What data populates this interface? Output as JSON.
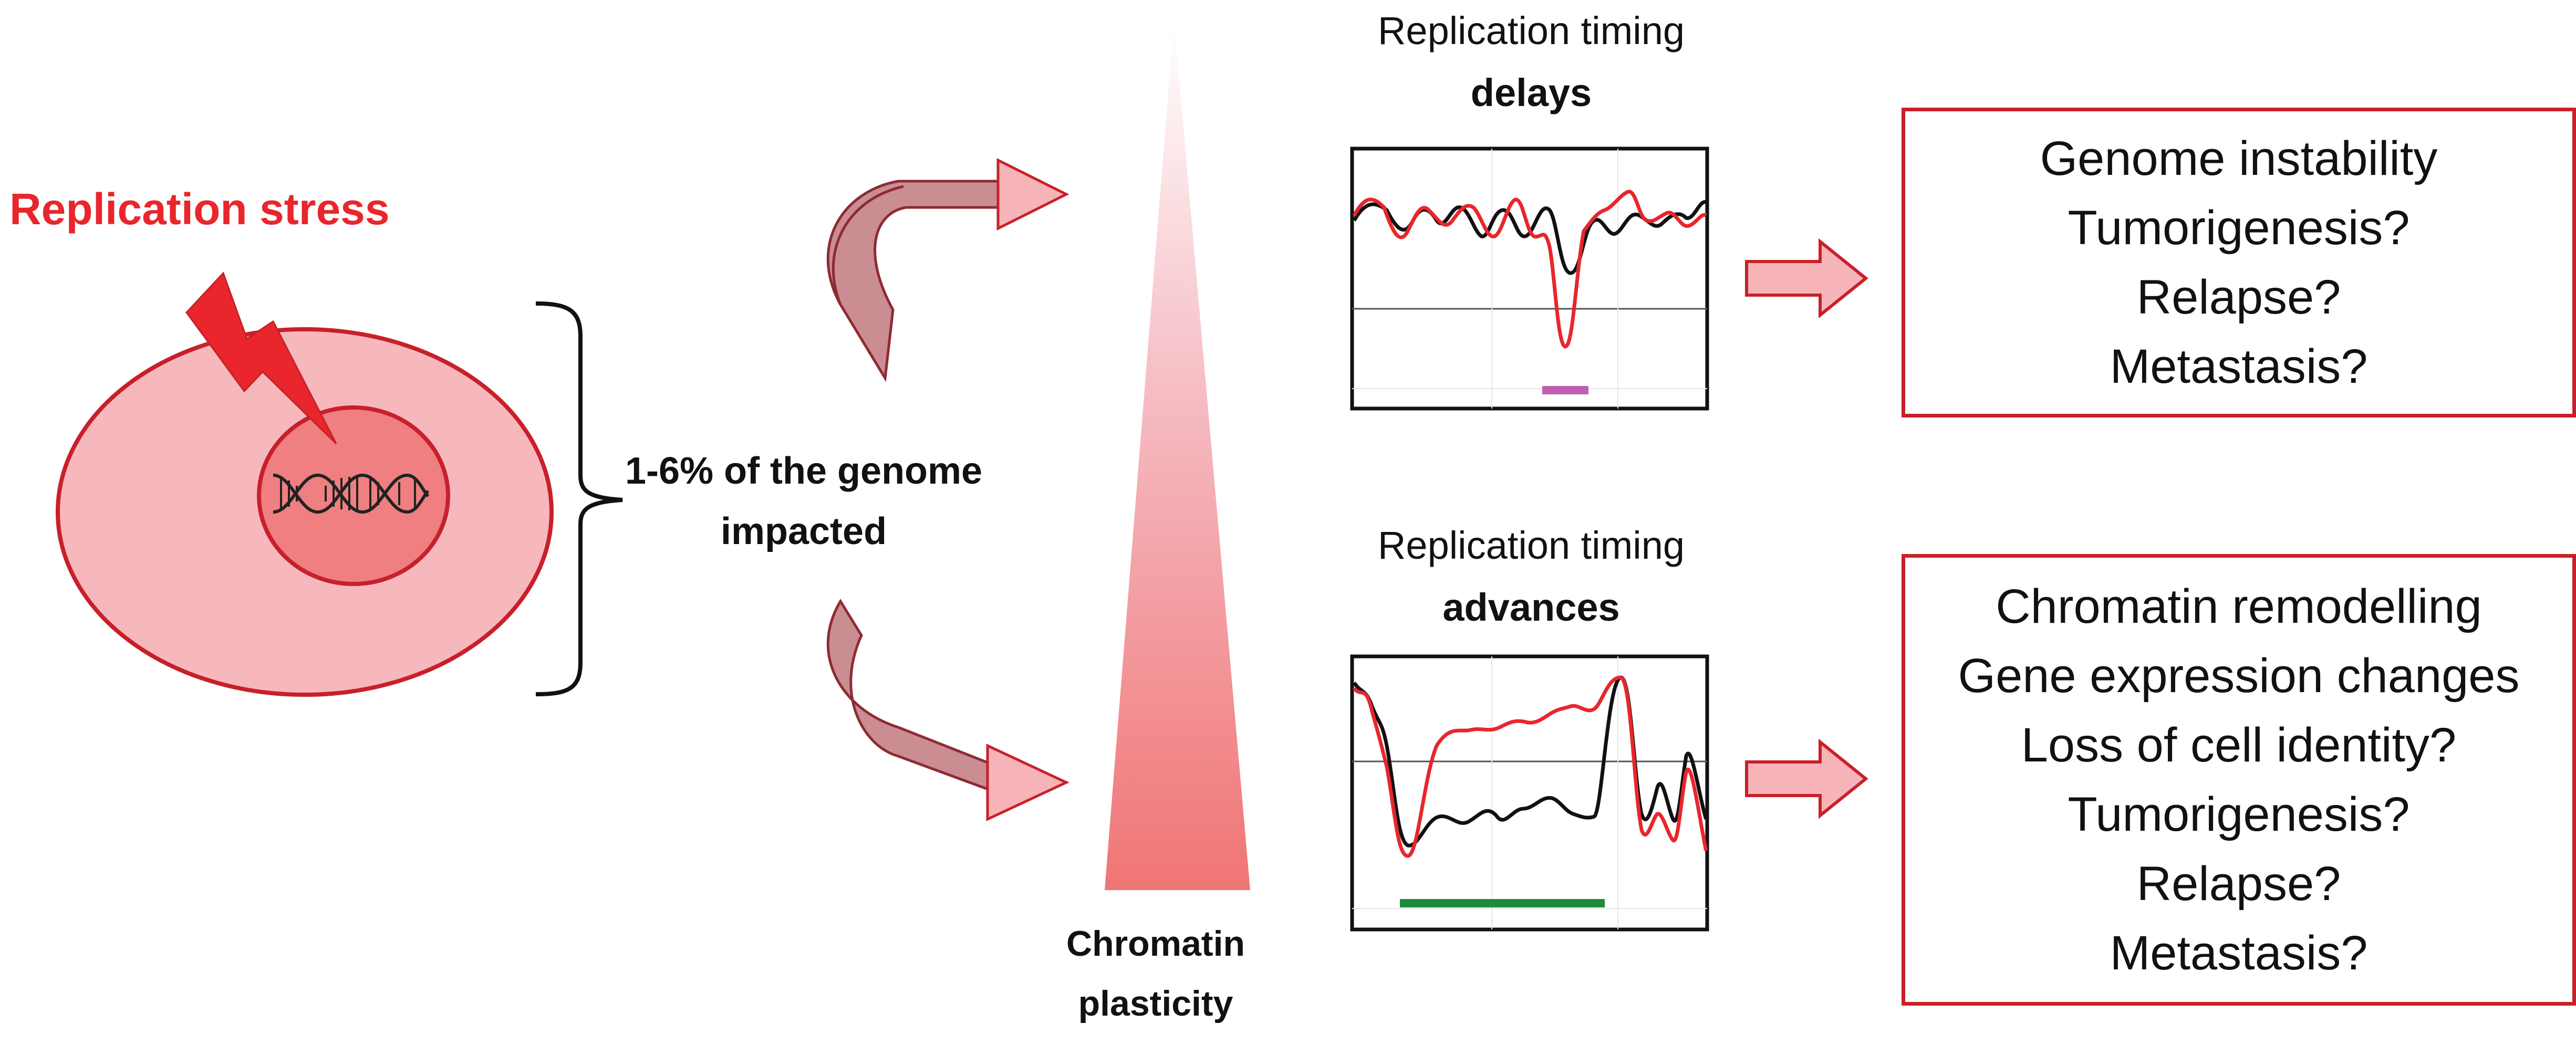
{
  "title": "Replication stress",
  "impact_text": [
    "1-6% of the genome",
    "impacted"
  ],
  "gradient_label": [
    "Chromatin",
    "plasticity"
  ],
  "panels": [
    {
      "heading_line1": "Replication timing",
      "heading_line2": "delays",
      "bar_color": "#c05fb0",
      "outcomes": [
        "Genome instability",
        "Tumorigenesis?",
        "Relapse?",
        "Metastasis?"
      ]
    },
    {
      "heading_line1": "Replication timing",
      "heading_line2": "advances",
      "bar_color": "#1e8a3a",
      "outcomes": [
        "Chromatin remodelling",
        "Gene expression changes",
        "Loss of cell identity?",
        "Tumorigenesis?",
        "Relapse?",
        "Metastasis?"
      ]
    }
  ],
  "colors": {
    "accent_red": "#e8262c",
    "cell_fill": "#f7b8bd",
    "nucleus_fill": "#ef7f80",
    "box_border": "#c8202a",
    "arrow_fill": "#f6b4b8",
    "series_treated": "#e8262c",
    "series_control": "#111111"
  }
}
